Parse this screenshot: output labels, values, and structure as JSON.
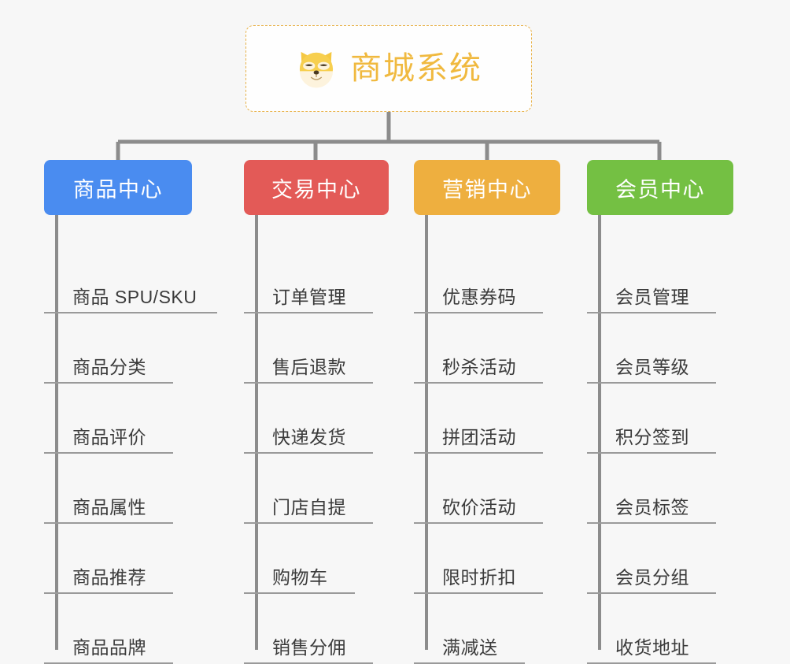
{
  "diagram": {
    "type": "org-chart",
    "background_color": "#f7f7f7",
    "root": {
      "title": "商城系统",
      "icon": "shiba-dog-face-icon",
      "text_color": "#f0b93f",
      "border_color": "#e8b24a"
    },
    "connector_color": "#8c8c8c",
    "branches": [
      {
        "label": "商品中心",
        "color": "#4a8cf0",
        "items": [
          "商品 SPU/SKU",
          "商品分类",
          "商品评价",
          "商品属性",
          "商品推荐",
          "商品品牌"
        ]
      },
      {
        "label": "交易中心",
        "color": "#e35a57",
        "items": [
          "订单管理",
          "售后退款",
          "快递发货",
          "门店自提",
          "购物车",
          "销售分佣"
        ]
      },
      {
        "label": "营销中心",
        "color": "#eeaf3f",
        "items": [
          "优惠券码",
          "秒杀活动",
          "拼团活动",
          "砍价活动",
          "限时折扣",
          "满减送"
        ]
      },
      {
        "label": "会员中心",
        "color": "#74c043",
        "items": [
          "会员管理",
          "会员等级",
          "积分签到",
          "会员标签",
          "会员分组",
          "收货地址"
        ]
      }
    ]
  }
}
